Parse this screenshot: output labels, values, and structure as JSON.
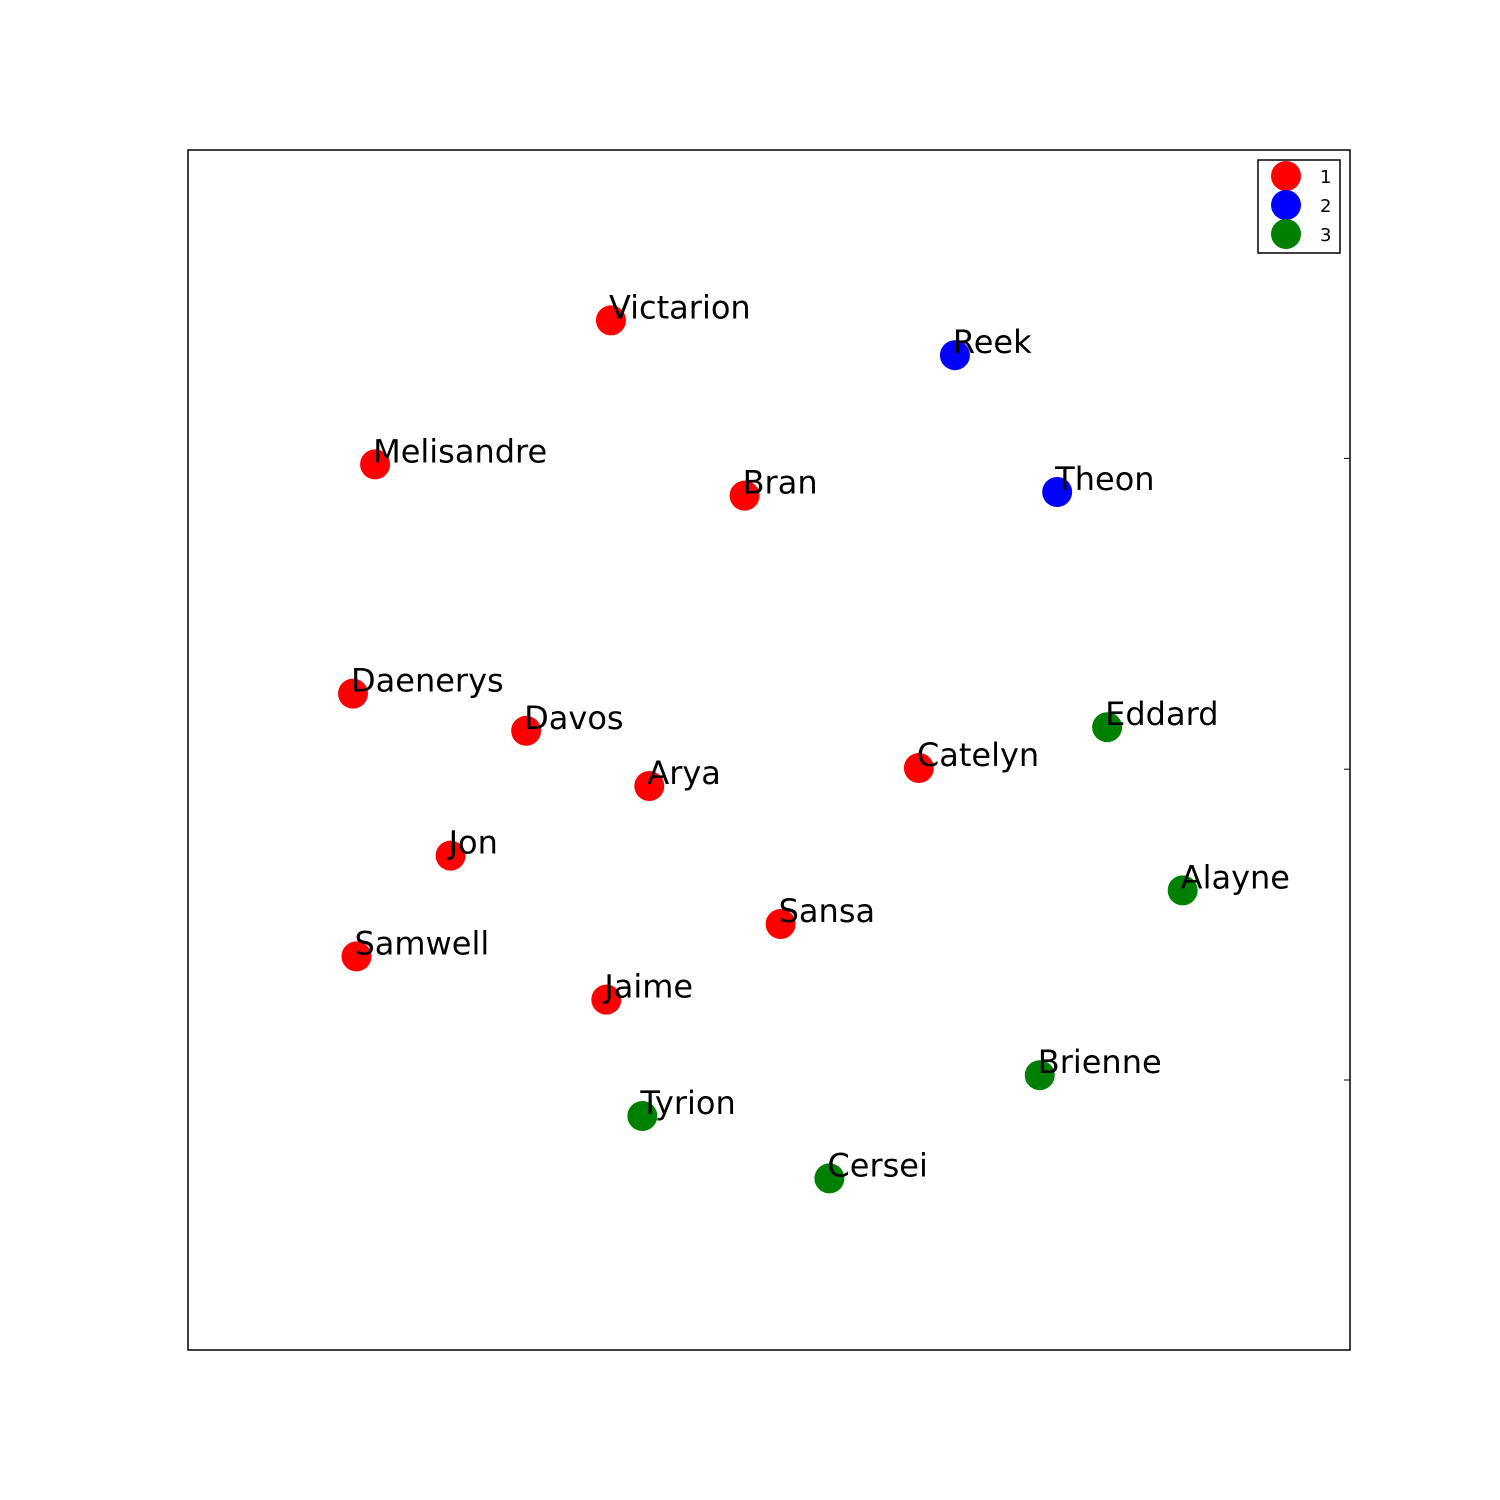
{
  "chart_data": {
    "type": "scatter",
    "title": "",
    "xlabel": "",
    "ylabel": "",
    "xlim": [
      0,
      1
    ],
    "ylim": [
      0,
      1
    ],
    "grid": false,
    "legend_position": "top-right",
    "colors": {
      "1": "#ff0000",
      "2": "#0000ff",
      "3": "#008000"
    },
    "legend": [
      {
        "label": "1",
        "color": "#ff0000"
      },
      {
        "label": "2",
        "color": "#0000ff"
      },
      {
        "label": "3",
        "color": "#008000"
      }
    ],
    "y_ticks": [
      0.225,
      0.484,
      0.743
    ],
    "points": [
      {
        "label": "Victarion",
        "group": "1",
        "x": 0.364,
        "y": 0.858
      },
      {
        "label": "Reek",
        "group": "2",
        "x": 0.66,
        "y": 0.829
      },
      {
        "label": "Melisandre",
        "group": "1",
        "x": 0.161,
        "y": 0.738
      },
      {
        "label": "Bran",
        "group": "1",
        "x": 0.479,
        "y": 0.712
      },
      {
        "label": "Theon",
        "group": "2",
        "x": 0.748,
        "y": 0.715
      },
      {
        "label": "Daenerys",
        "group": "1",
        "x": 0.142,
        "y": 0.547
      },
      {
        "label": "Davos",
        "group": "1",
        "x": 0.291,
        "y": 0.516
      },
      {
        "label": "Arya",
        "group": "1",
        "x": 0.397,
        "y": 0.47
      },
      {
        "label": "Catelyn",
        "group": "1",
        "x": 0.629,
        "y": 0.485
      },
      {
        "label": "Eddard",
        "group": "3",
        "x": 0.791,
        "y": 0.519
      },
      {
        "label": "Jon",
        "group": "1",
        "x": 0.226,
        "y": 0.412
      },
      {
        "label": "Alayne",
        "group": "3",
        "x": 0.856,
        "y": 0.383
      },
      {
        "label": "Sansa",
        "group": "1",
        "x": 0.51,
        "y": 0.355
      },
      {
        "label": "Samwell",
        "group": "1",
        "x": 0.145,
        "y": 0.328
      },
      {
        "label": "Jaime",
        "group": "1",
        "x": 0.36,
        "y": 0.292
      },
      {
        "label": "Brienne",
        "group": "3",
        "x": 0.733,
        "y": 0.229
      },
      {
        "label": "Tyrion",
        "group": "3",
        "x": 0.391,
        "y": 0.195
      },
      {
        "label": "Cersei",
        "group": "3",
        "x": 0.552,
        "y": 0.143
      }
    ]
  }
}
